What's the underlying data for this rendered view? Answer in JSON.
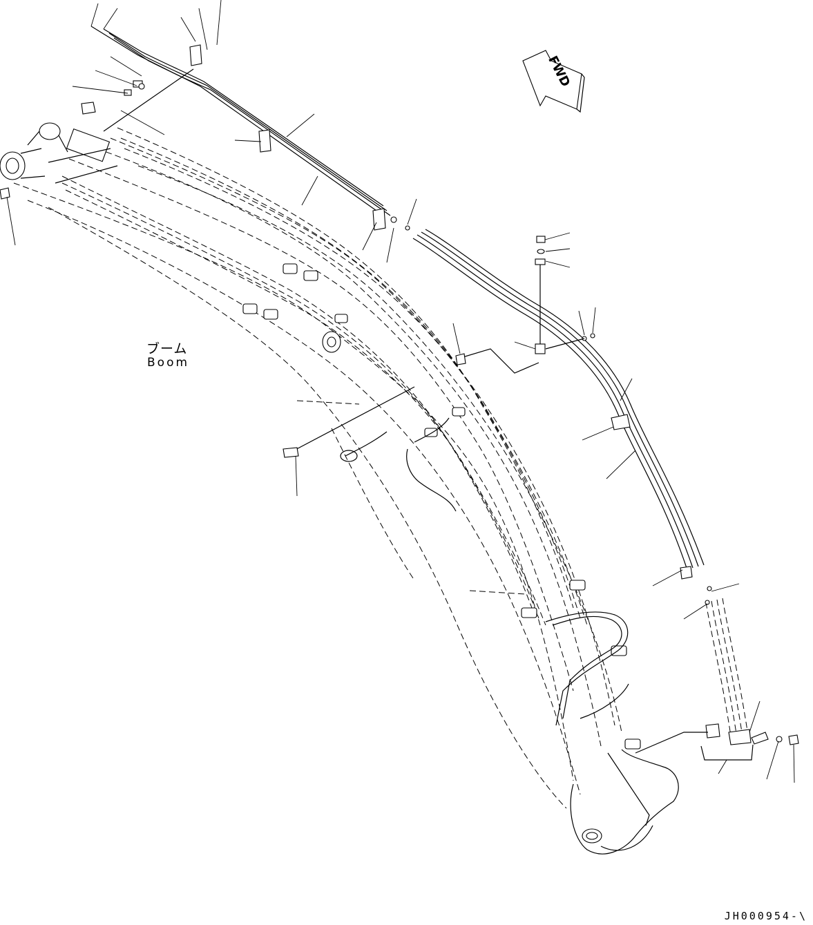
{
  "labels": {
    "boom_jp": "ブーム",
    "boom_en": "Boom",
    "direction": "FWD",
    "drawing_number": "JH000954-\\"
  }
}
